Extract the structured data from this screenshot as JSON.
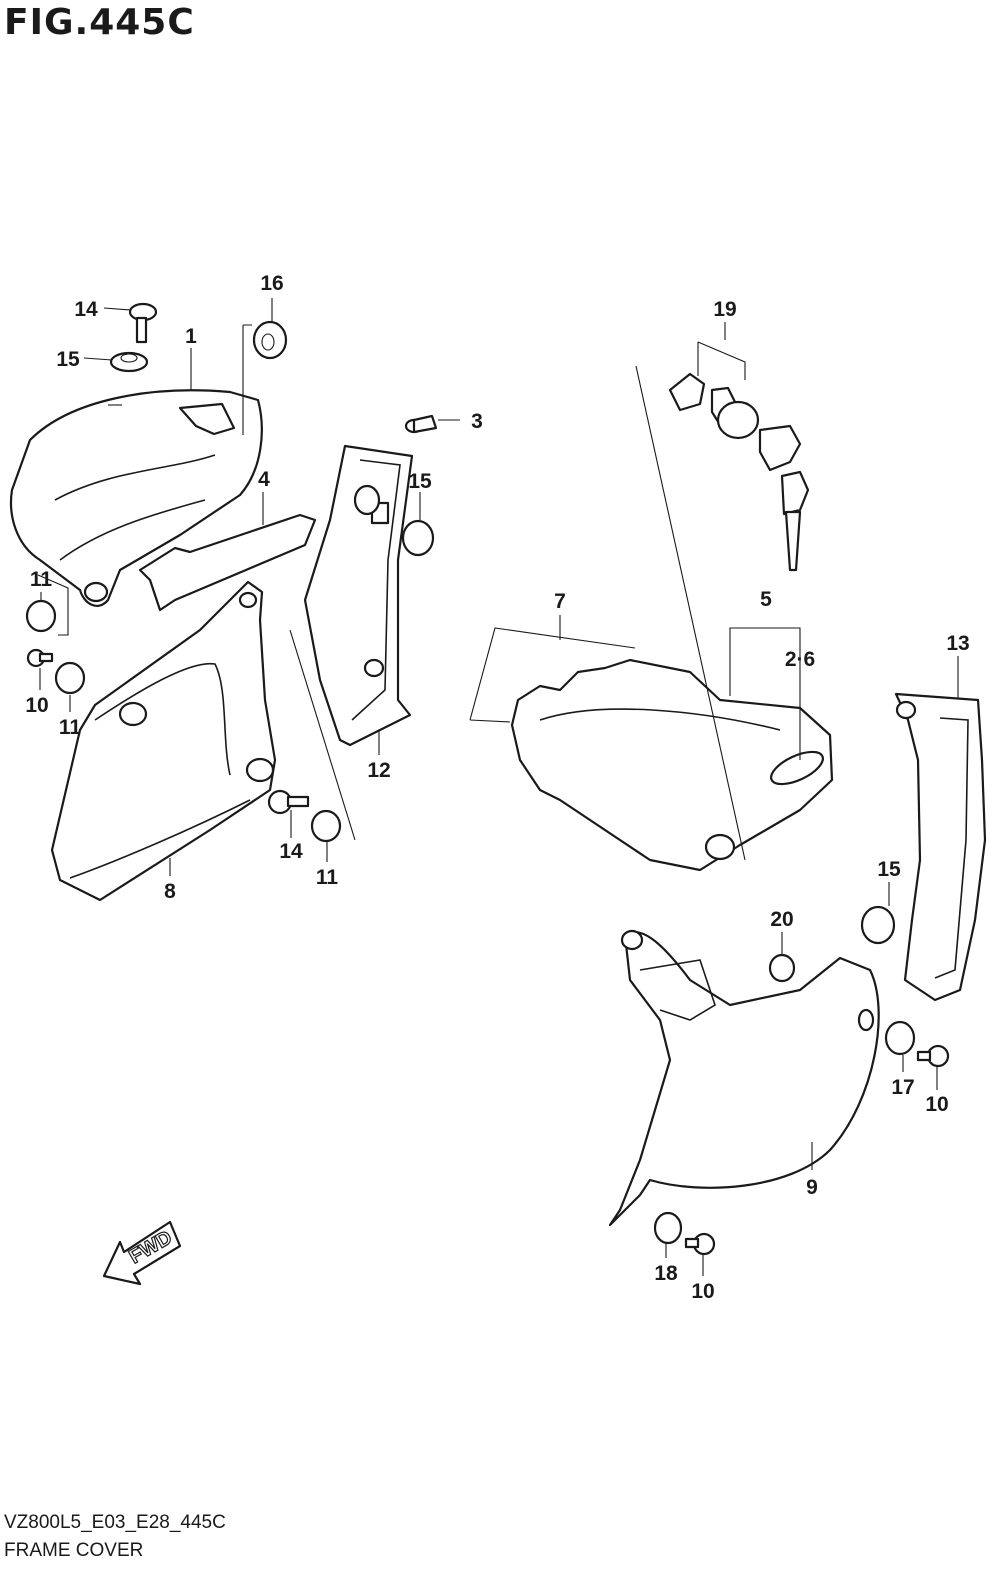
{
  "figure": {
    "title": "FIG.445C",
    "code": "VZ800L5_E03_E28_445C",
    "caption": "FRAME COVER",
    "direction_label": "FWD"
  },
  "callouts": [
    "1",
    "2·6",
    "3",
    "4",
    "5",
    "7",
    "8",
    "9",
    "10",
    "10",
    "10",
    "11",
    "11",
    "11",
    "12",
    "13",
    "14",
    "14",
    "15",
    "15",
    "15",
    "16",
    "17",
    "18",
    "19",
    "20"
  ]
}
